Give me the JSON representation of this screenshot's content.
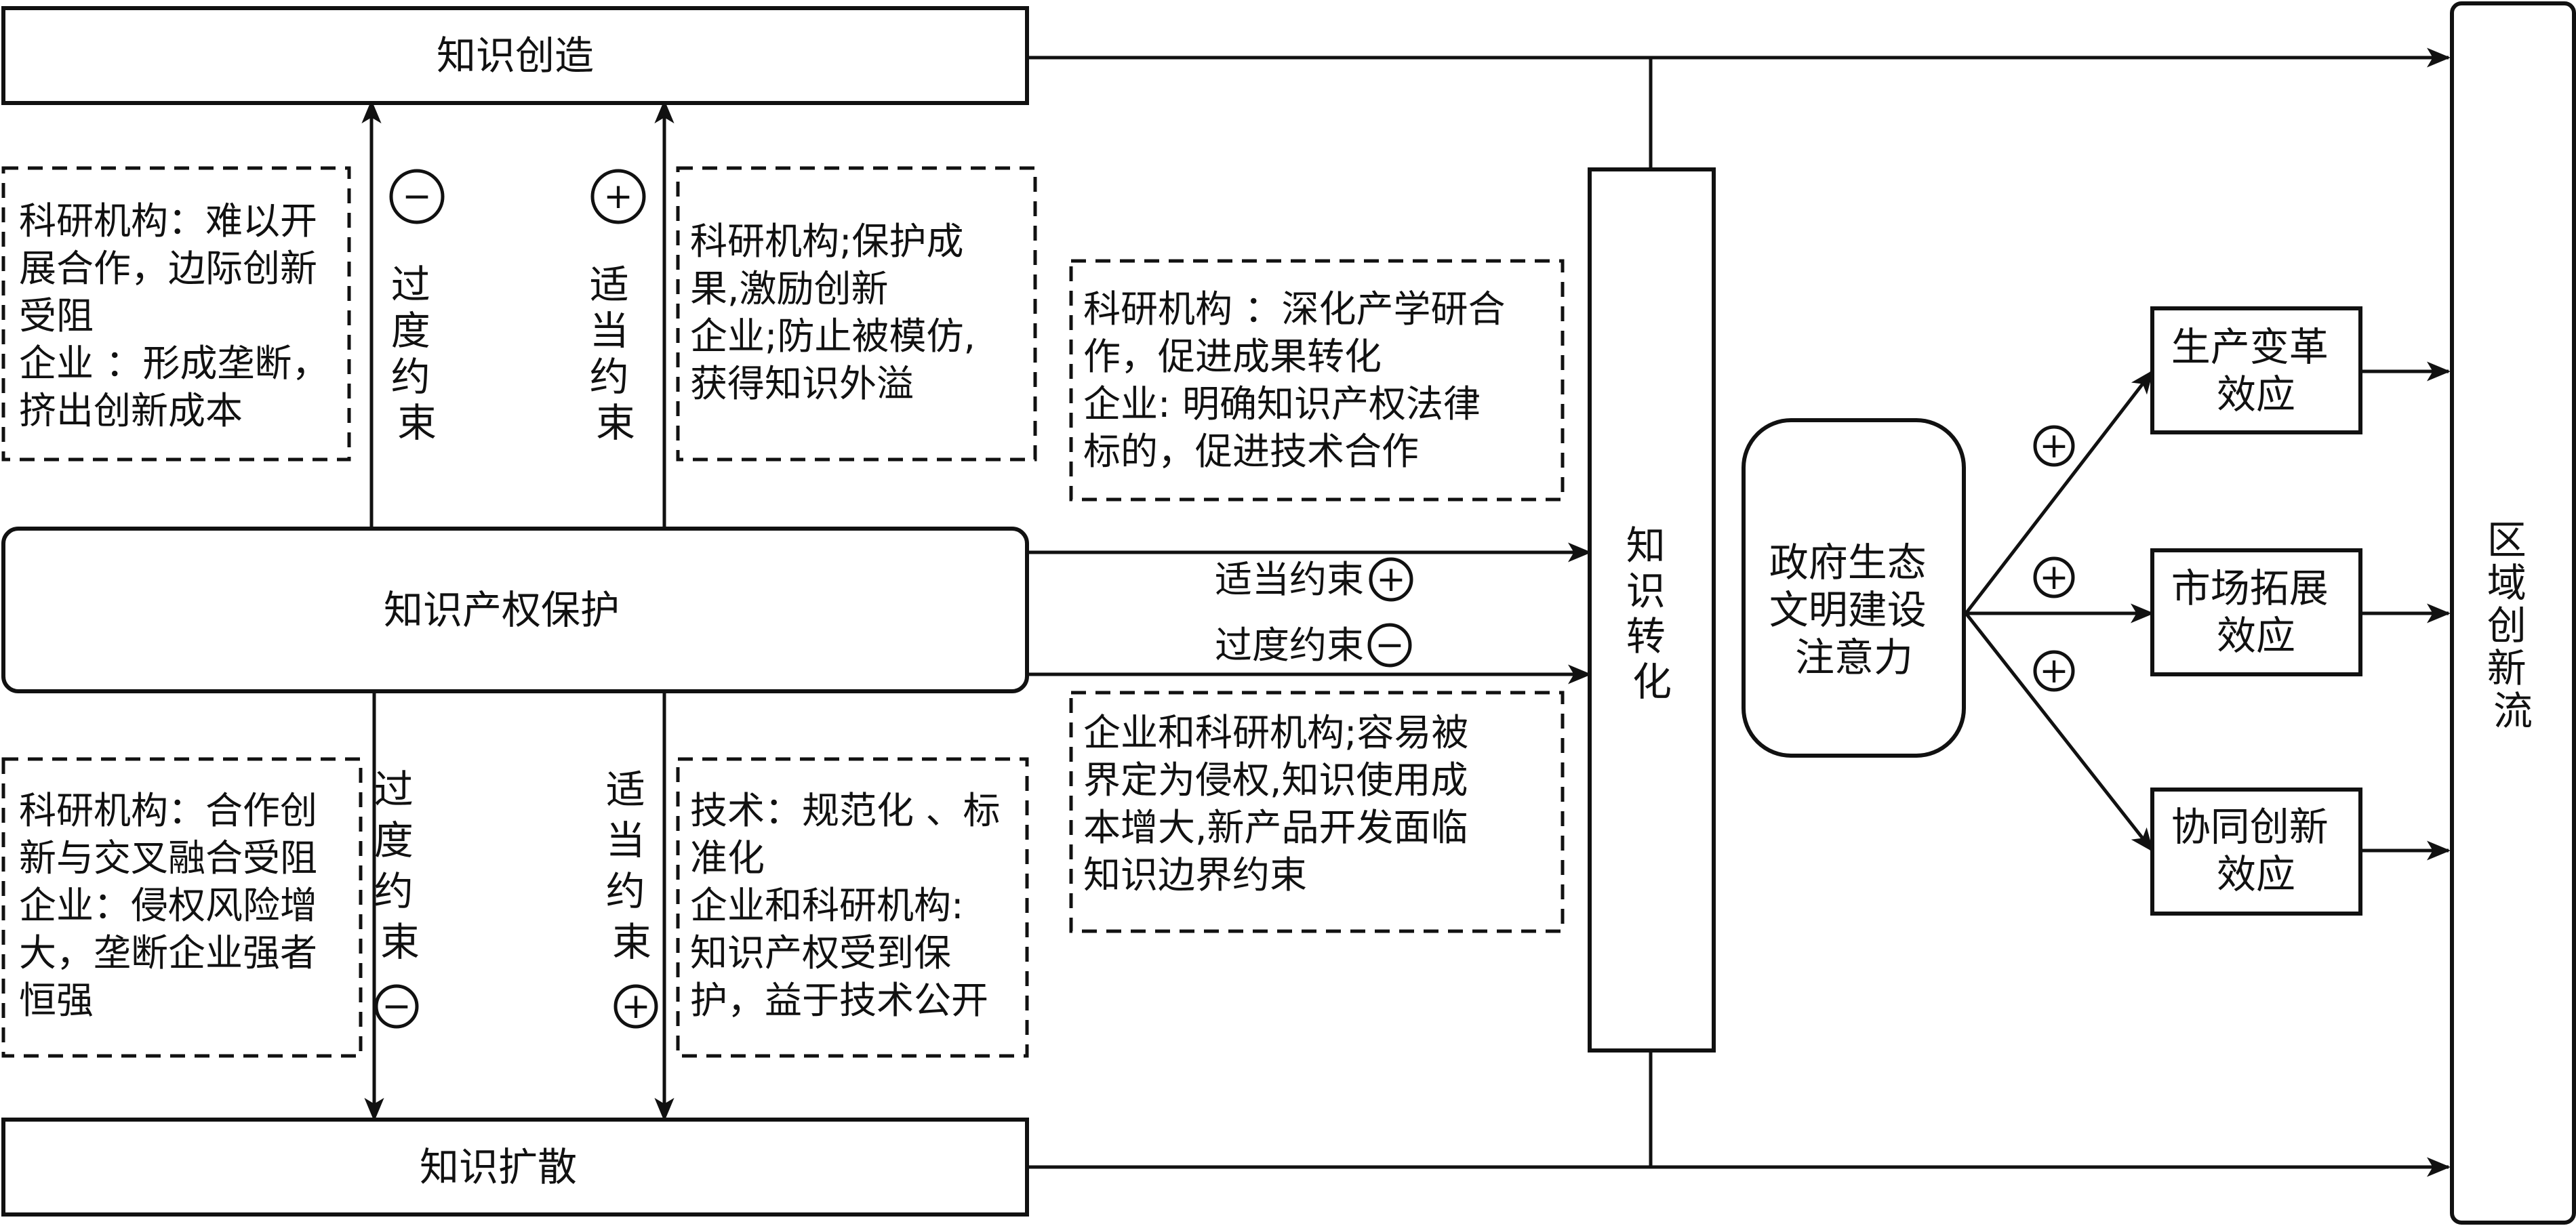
{
  "nodes": {
    "knowledge_creation": "知识创造",
    "ip_protection": "知识产权保护",
    "knowledge_diffusion": "知识扩散",
    "knowledge_transformation": [
      "知",
      "识",
      "转",
      "化"
    ],
    "government_attention": [
      "政府生态",
      "文明建设",
      "注意力"
    ],
    "production_effect": [
      "生产变革",
      "效应"
    ],
    "market_effect": [
      "市场拓展",
      "效应"
    ],
    "synergy_effect": [
      "协同创新",
      "效应"
    ],
    "regional_innovation": [
      "区",
      "域",
      "创",
      "新",
      "流"
    ]
  },
  "signs": {
    "plus": "+",
    "minus": "−"
  },
  "vertical_labels": {
    "excessive_up": [
      "过",
      "度",
      "约",
      "束"
    ],
    "appropriate_up": [
      "适",
      "当",
      "约",
      "束"
    ],
    "excessive_down": [
      "过",
      "度",
      "约",
      "束"
    ],
    "appropriate_down": [
      "适",
      "当",
      "约",
      "束"
    ]
  },
  "horizontal_labels": {
    "appropriate": "适当约束",
    "excessive": "过度约束"
  },
  "notes": {
    "creation_excessive": [
      "科研机构：难以开",
      "展合作，边际创新",
      "受阻",
      "企业 ：形成垄断，",
      "挤出创新成本"
    ],
    "creation_appropriate": [
      "科研机构;保护成",
      "果,激励创新",
      "企业;防止被模仿,",
      "获得知识外溢"
    ],
    "transformation_appropriate": [
      "科研机构 ：深化产学研合",
      "作，促进成果转化",
      "企业: 明确知识产权法律",
      "标的，促进技术合作"
    ],
    "transformation_excessive": [
      "企业和科研机构;容易被",
      "界定为侵权,知识使用成",
      "本增大,新产品开发面临",
      "知识边界约束"
    ],
    "diffusion_excessive": [
      "科研机构：合作创",
      "新与交叉融合受阻",
      "企业：侵权风险增",
      "大，垄断企业强者",
      "恒强"
    ],
    "diffusion_appropriate": [
      "技术：规范化 、标",
      "准化",
      "企业和科研机构:",
      "知识产权受到保",
      "护，益于技术公开"
    ]
  }
}
